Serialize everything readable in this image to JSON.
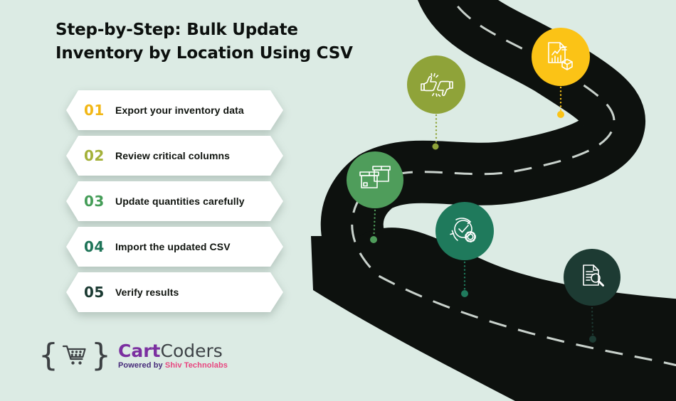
{
  "colors": {
    "background": "#dcebe4",
    "road": "#0d110e",
    "road_dash": "#c9d2cc",
    "title": "#0c100e",
    "banner_bg": "#ffffff"
  },
  "title": {
    "line1": "Step-by-Step: Bulk Update",
    "line2": "Inventory by Location Using CSV"
  },
  "steps": [
    {
      "num": "01",
      "label": "Export your inventory data",
      "color": "#f2b716"
    },
    {
      "num": "02",
      "label": "Review critical columns",
      "color": "#a4b13a"
    },
    {
      "num": "03",
      "label": "Update quantities carefully",
      "color": "#459d58"
    },
    {
      "num": "04",
      "label": "Import the updated CSV",
      "color": "#1f7458"
    },
    {
      "num": "05",
      "label": "Verify results",
      "color": "#1b3a32"
    }
  ],
  "markers": [
    {
      "icon": "report-box-icon",
      "color": "#fbc316"
    },
    {
      "icon": "thumbs-feedback-icon",
      "color": "#8fa339"
    },
    {
      "icon": "boxes-icon",
      "color": "#4f9d5b"
    },
    {
      "icon": "process-check-icon",
      "color": "#1f7a5c"
    },
    {
      "icon": "doc-search-icon",
      "color": "#1d3b33"
    }
  ],
  "logo": {
    "brace_left": "{",
    "brace_right": "}",
    "brand_bold": "Cart",
    "brand_rest": "Coders",
    "powered_by": "Powered by ",
    "powered_brand": "Shiv Technolabs",
    "brand_color": "#7b2fa0",
    "text_color": "#3e4347",
    "icon_color": "#3c4043",
    "powered_color": "#472b7a",
    "powered_brand_color": "#e8467f"
  }
}
